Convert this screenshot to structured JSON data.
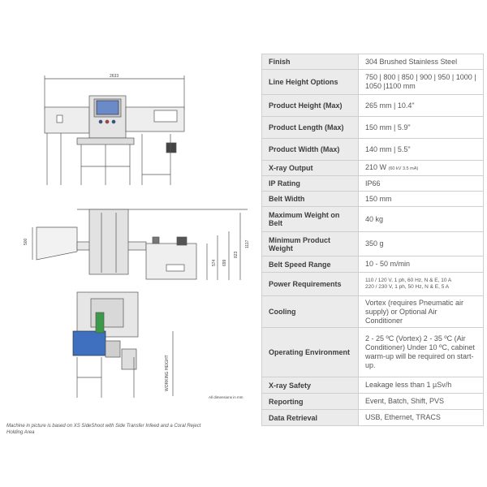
{
  "drawings": {
    "top_width": "2633",
    "side_left": "500",
    "side_dims": [
      "574",
      "699",
      "823",
      "1117"
    ],
    "working_height": "WORKING HEIGHT",
    "dim_note": "All dimensions in mm"
  },
  "caption": "Machine in picture is based on XS SideShoot with Side Transfer Infeed and a Coral Reject Holding Area",
  "specs": [
    {
      "label": "Finish",
      "value": "304 Brushed Stainless Steel"
    },
    {
      "label": "Line Height Options",
      "value": "750 | 800 | 850 | 900 | 950 | 1000 | 1050 |1100  mm"
    },
    {
      "label": "Product Height (Max)",
      "value": "265 mm | 10.4\""
    },
    {
      "label": "Product Length (Max)",
      "value": "150 mm | 5.9\""
    },
    {
      "label": "Product Width (Max)",
      "value": "140 mm | 5.5\""
    },
    {
      "label": "X-ray Output",
      "value": "210 W",
      "note": "(60 kV 3.5 mA)"
    },
    {
      "label": "IP Rating",
      "value": "IP66"
    },
    {
      "label": "Belt Width",
      "value": "150 mm"
    },
    {
      "label": "Maximum Weight on Belt",
      "value": "40 kg"
    },
    {
      "label": "Minimum Product Weight",
      "value": "350 g"
    },
    {
      "label": "Belt Speed Range",
      "value": "10 - 50 m/min"
    },
    {
      "label": "Power Requirements",
      "value_lines": [
        "110 / 120 V, 1 ph, 60 Hz, N & E, 10 A",
        "220 / 230 V, 1 ph, 50 Hz, N & E, 5 A"
      ]
    },
    {
      "label": "Cooling",
      "value": "Vortex (requires Pneumatic air supply) or Optional Air Conditioner"
    },
    {
      "label": "Operating Environment",
      "value": "2 - 25 ºC (Vortex) 2 - 35 ºC (Air Conditioner) Under 10 ºC, cabinet warm-up will be required on start-up."
    },
    {
      "label": "X-ray Safety",
      "value": "Leakage less than 1 µSv/h"
    },
    {
      "label": "Reporting",
      "value": "Event, Batch, Shift, PVS"
    },
    {
      "label": "Data Retrieval",
      "value": "USB, Ethernet, TRACS"
    }
  ]
}
